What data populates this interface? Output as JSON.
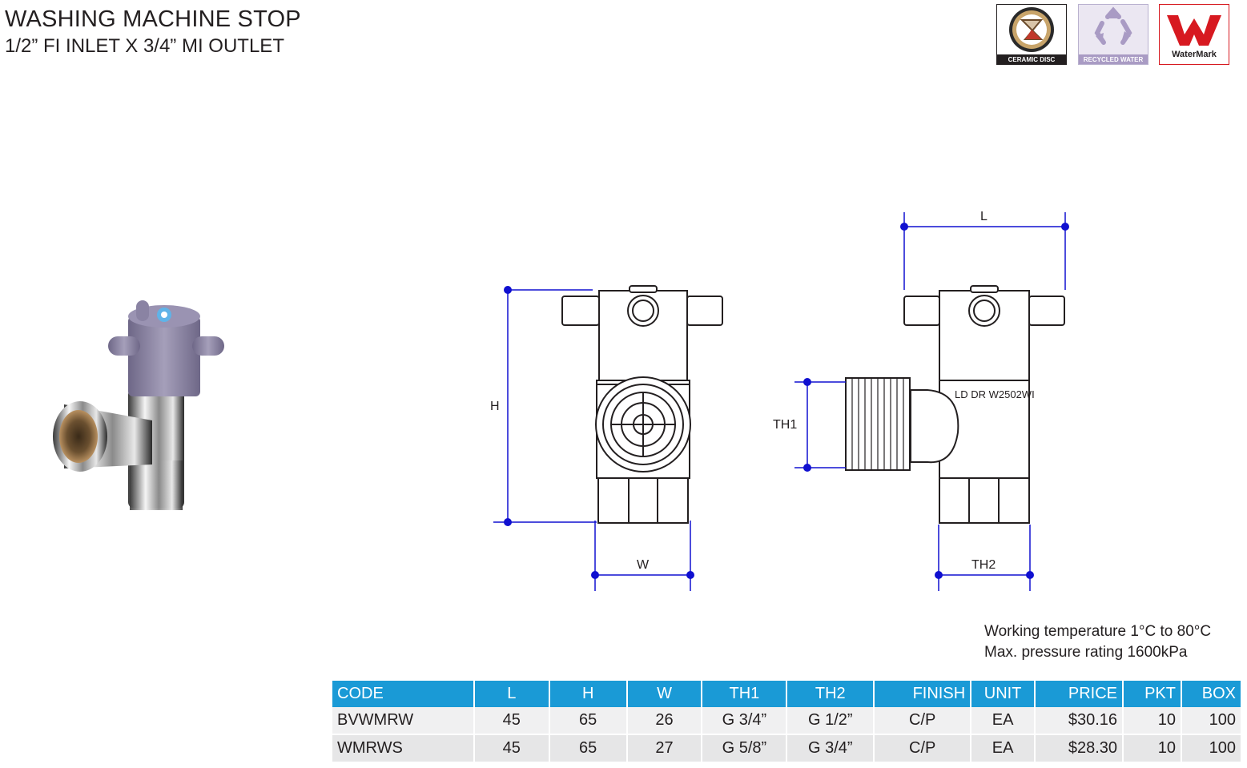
{
  "header": {
    "title": "WASHING MACHINE STOP",
    "subtitle": "1/2” FI INLET X 3/4” MI OUTLET"
  },
  "badges": [
    {
      "label": "CERAMIC DISC",
      "icon": "ceramic-disc-icon"
    },
    {
      "label": "RECYCLED WATER",
      "icon": "recycle-icon",
      "color": "#a99bc4"
    },
    {
      "label": "WaterMark",
      "icon": "watermark-logo",
      "color": "#d71920"
    }
  ],
  "drawing": {
    "labels": {
      "h": "H",
      "w": "W",
      "l": "L",
      "th1": "TH1",
      "th2": "TH2"
    },
    "body_marking": "LD DR W2502WI",
    "dimension_color": "#1010d0"
  },
  "specs": {
    "working_temperature": "Working temperature 1°C to 80°C",
    "pressure_rating": "Max. pressure rating 1600kPa"
  },
  "table": {
    "header_color": "#1a9ad6",
    "columns": [
      "CODE",
      "L",
      "H",
      "W",
      "TH1",
      "TH2",
      "FINISH",
      "UNIT",
      "PRICE",
      "PKT",
      "BOX"
    ],
    "rows": [
      [
        "BVWMRW",
        "45",
        "65",
        "26",
        "G 3/4”",
        "G 1/2”",
        "C/P",
        "EA",
        "$30.16",
        "10",
        "100"
      ],
      [
        "WMRWS",
        "45",
        "65",
        "27",
        "G 5/8”",
        "G 3/4”",
        "C/P",
        "EA",
        "$28.30",
        "10",
        "100"
      ]
    ]
  }
}
